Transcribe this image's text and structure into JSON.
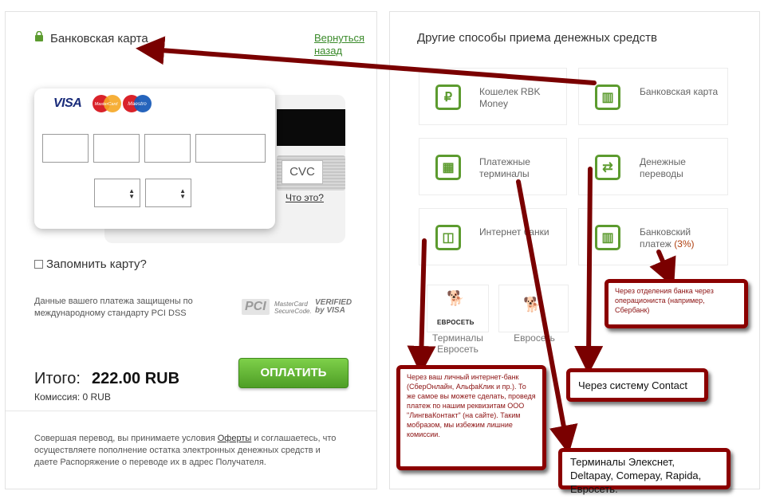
{
  "left": {
    "title": "Банковская карта",
    "back_link": "Вернуться назад",
    "card": {
      "visa": "VISA",
      "mastercard": "MasterCard",
      "maestro": "Maestro",
      "cvc": "CVC",
      "what_is_it": "Что это?"
    },
    "remember_label": "Запомнить карту?",
    "secure_text": "Данные вашего платежа защищены по международному стандарту PCI DSS",
    "pci": "PCI",
    "mastercard_securecode": "MasterCard SecureCode.",
    "verified_by_visa": "VERIFIED by VISA",
    "total_label": "Итого:",
    "total_amount": "222.00 RUB",
    "commission": "Комиссия: 0 RUB",
    "pay_button": "ОПЛАТИТЬ",
    "terms": {
      "part1": "Совершая перевод, вы принимаете условия ",
      "link": "Оферты",
      "part2": " и соглашаетесь, что осуществляете пополнение остатка электронных денежных средств и даете Распоряжение о переводе их в адрес Получателя."
    }
  },
  "right": {
    "title": "Другие способы приема денежных средств",
    "tiles": [
      {
        "label": "Кошелек RBK Money",
        "icon": "wallet-icon"
      },
      {
        "label": "Банковская карта",
        "icon": "bank-icon"
      },
      {
        "label": "Платежные терминалы",
        "icon": "terminal-icon"
      },
      {
        "label": "Денежные переводы",
        "icon": "transfer-icon"
      },
      {
        "label": "Интернет банки",
        "icon": "safe-icon"
      },
      {
        "label": "Банковский платеж",
        "pct": "(3%)",
        "icon": "bank-payment-icon"
      }
    ],
    "evroset_logo": "ЕВРОСЕТЬ",
    "evroset1": "Терминалы Евросеть",
    "evroset2": "Евросеть"
  },
  "annotations": {
    "bank_branch": "Через отделения банка через операциониста (например, Сбербанк)",
    "internet_bank": "Через ваш личный интернет-банк (СберОнлайн, АльфаКлик и пр.). То же самое вы можете сделать, проведя платеж по нашим реквизитам ООО \"ЛингваКонтакт\" (на сайте). Таким мобразом, мы избежим лишние комиссии.",
    "contact": "Через систему Contact",
    "terminals": "Терминалы Элекснет, Deltapay, Comepay, Rapida, Евросеть."
  },
  "colors": {
    "accent_green": "#5c9b2f",
    "annotation_red": "#8b0000"
  }
}
